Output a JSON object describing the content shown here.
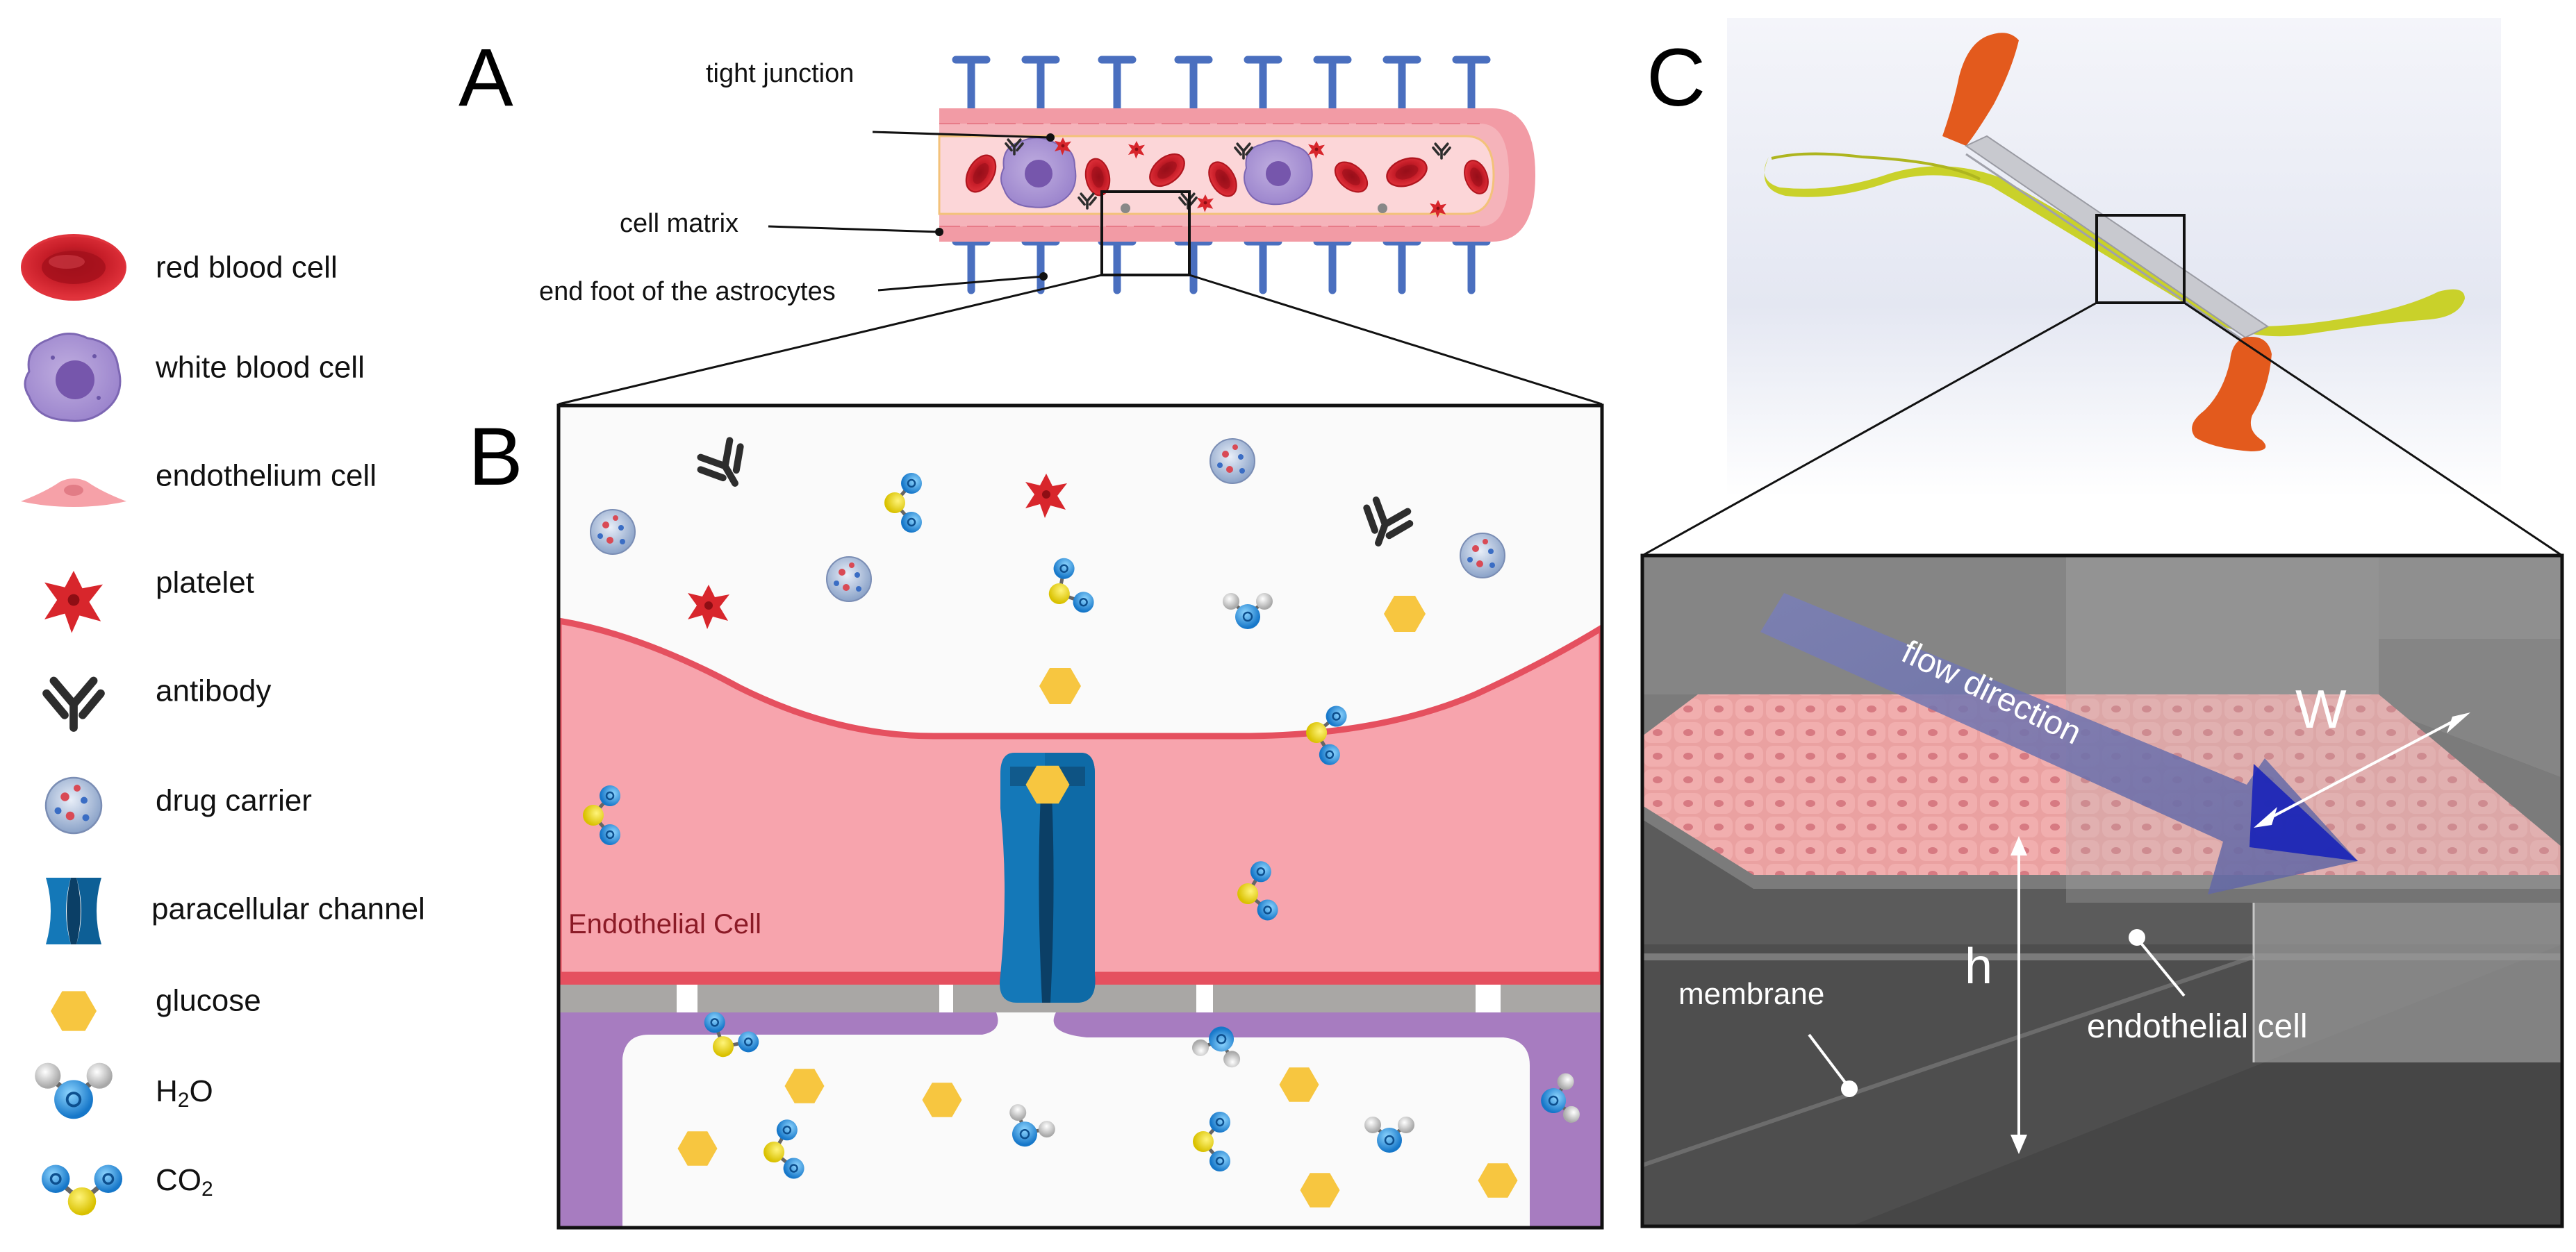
{
  "panel_letters": {
    "a": "A",
    "b": "B",
    "c": "C"
  },
  "legend": [
    {
      "label": "red blood cell",
      "icon": "red-blood-cell-icon"
    },
    {
      "label": "white blood cell",
      "icon": "white-blood-cell-icon"
    },
    {
      "label": "endothelium cell",
      "icon": "endothelium-cell-icon"
    },
    {
      "label": "platelet",
      "icon": "platelet-icon"
    },
    {
      "label": "antibody",
      "icon": "antibody-icon"
    },
    {
      "label": "drug carrier",
      "icon": "drug-carrier-icon"
    },
    {
      "label": "paracellular channel",
      "icon": "paracellular-channel-icon"
    },
    {
      "label": "glucose",
      "icon": "glucose-icon"
    },
    {
      "label_main": "H",
      "label_sub": "2",
      "label_tail": "O",
      "icon": "water-molecule-icon"
    },
    {
      "label_main": "CO",
      "label_sub": "2",
      "icon": "co2-molecule-icon"
    }
  ],
  "panel_a": {
    "tight_junction": "tight junction",
    "cell_matrix": "cell matrix",
    "end_foot": "end foot of the astrocytes"
  },
  "panel_b": {
    "endothelial_cell": "Endothelial Cell"
  },
  "panel_c": {
    "flow_direction": "flow direction",
    "width": "W",
    "height": "h",
    "membrane": "membrane",
    "endothelial_cell": "endothelial cell"
  },
  "colors": {
    "vessel_pink": "#f5a3ac",
    "rbc_red": "#d3242e",
    "astrocyte_blue": "#4a6fbf",
    "channel_blue": "#1478b8",
    "glucose_yellow": "#f7c640",
    "astro_purple": "#a77cc0",
    "chip_orange": "#e05a1e",
    "chip_green": "#c9d12a",
    "flow_arrow": "#6b6fa8"
  }
}
